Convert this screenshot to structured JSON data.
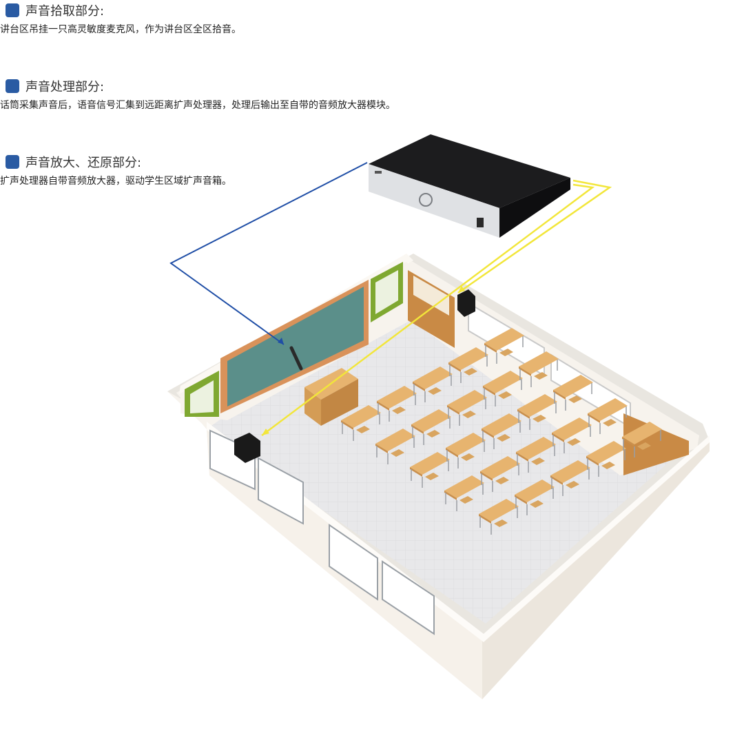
{
  "sections": [
    {
      "title": "声音拾取部分:",
      "desc": "讲台区吊挂一只高灵敏度麦克风，作为讲台区全区拾音。"
    },
    {
      "title": "声音处理部分:",
      "desc": "话筒采集声音后，语音信号汇集到远距离扩声处理器，处理后输出至自带的音频放大器模块。"
    },
    {
      "title": "声音放大、还原部分:",
      "desc": "扩声处理器自带音频放大器，驱动学生区域扩声音箱。"
    }
  ],
  "colors": {
    "marker": "#2a5ba3",
    "mic_line": "#1f4ea6",
    "speaker_line": "#f2e63a",
    "device_body": "#1c1c1e",
    "device_front": "#dfe1e4",
    "floor": "#e4e4e6",
    "wall": "#f7f3ed",
    "desk": "#e7b46f",
    "board": "#5b8f8a",
    "board_frame": "#d9925a",
    "notice": "#7fa831",
    "door": "#c98a45"
  },
  "icons": {
    "marker": "square-marker-icon"
  }
}
